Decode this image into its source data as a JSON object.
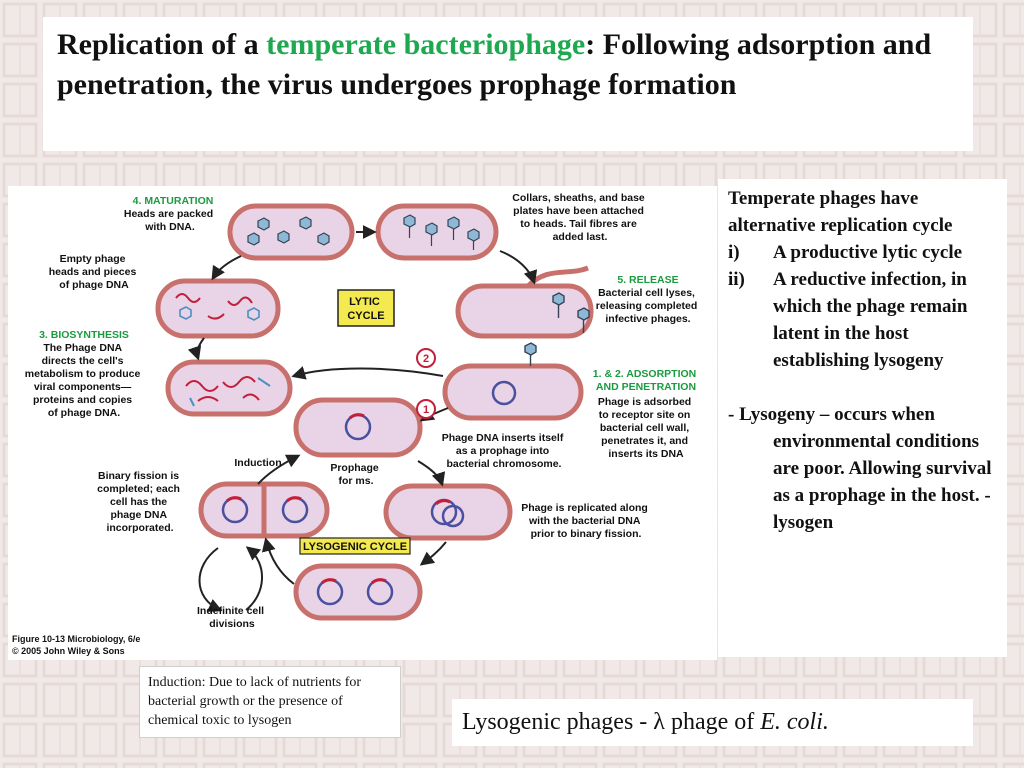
{
  "title": {
    "part1": "Replication of a ",
    "highlight": "temperate bacteriophage",
    "part2": ":  Following adsorption and penetration, the virus undergoes prophage formation"
  },
  "colors": {
    "highlight": "#1ea84f",
    "stage_label": "#1a9b3f",
    "cell_fill": "#e9d3e6",
    "cell_border": "#c8706c",
    "cycle_box": "#f4ea4f",
    "dna": "#c41e3a",
    "phage_dna": "#4a50a0"
  },
  "figure": {
    "stage_maturation": [
      "4. MATURATION"
    ],
    "heads_packed": [
      "Heads are packed",
      "with DNA."
    ],
    "collars": [
      "Collars, sheaths, and base",
      "plates have been attached",
      "to heads.  Tail fibres are",
      "added last."
    ],
    "empty_heads": [
      "Empty phage",
      "heads and pieces",
      "of phage DNA"
    ],
    "stage_release": [
      "5. RELEASE"
    ],
    "release_desc": [
      "Bacterial cell lyses,",
      "releasing completed",
      "infective phages."
    ],
    "stage_biosynthesis": [
      "3. BIOSYNTHESIS"
    ],
    "biosynthesis_desc": [
      "The Phage DNA",
      "directs the cell's",
      "metabolism to produce",
      "viral components—",
      "proteins and copies",
      "of phage DNA."
    ],
    "lytic_cycle": [
      "LYTIC",
      "CYCLE"
    ],
    "step2": "2",
    "step1": "1",
    "stage_adsorption": [
      "1. & 2. ADSORPTION",
      "AND PENETRATION"
    ],
    "adsorption_desc": [
      "Phage is adsorbed",
      "to receptor site on",
      "bacterial cell wall,",
      "penetrates it, and",
      "inserts its DNA"
    ],
    "dna_inserts": [
      "Phage DNA inserts itself",
      "as a prophage into",
      "bacterial chromosome."
    ],
    "induction": [
      "Induction"
    ],
    "prophage_forms": [
      "Prophage",
      "for ms."
    ],
    "binary_fission": [
      "Binary fission is",
      "completed; each",
      "cell has the",
      "phage DNA",
      "incorporated."
    ],
    "replicated_along": [
      "Phage is replicated along",
      "with the bacterial DNA",
      "prior to binary fission."
    ],
    "lysogenic_cycle": "LYSOGENIC CYCLE",
    "indefinite": [
      "Indefinite cell",
      "divisions"
    ],
    "caption": [
      "Figure 10-13 Microbiology, 6/e",
      "© 2005 John Wiley & Sons"
    ]
  },
  "sidebar": {
    "intro": "Temperate phages have alternative replication cycle",
    "items": [
      {
        "num": "i)",
        "text": "A productive lytic cycle"
      },
      {
        "num": "ii)",
        "text": "A reductive infection, in which the phage remain latent in the host establishing lysogeny"
      }
    ],
    "lysogeny_head": "- Lysogeny – occurs when",
    "lysogeny_rest": "environmental conditions are poor. Allowing survival as a prophage in the host. -lysogen"
  },
  "induction_note": "Induction: Due to lack of nutrients for bacterial growth or the presence of chemical toxic to lysogen",
  "lysogenic_phages": {
    "prefix": "Lysogenic phages - ",
    "symbol": "λ",
    "middle": " phage of ",
    "organism": "E. coli."
  }
}
